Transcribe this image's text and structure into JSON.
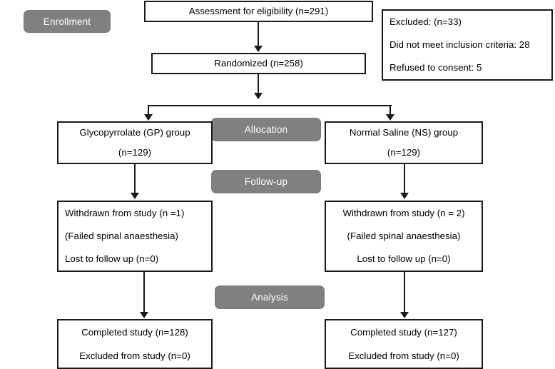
{
  "diagram": {
    "title": "CONSORT participant flow diagram",
    "colors": {
      "banner_fill": "#808080",
      "banner_text": "#ffffff",
      "box_border": "#1a1a1a",
      "box_fill": "#ffffff",
      "connector": "#1a1a1a"
    }
  },
  "stages": {
    "enrollment": "Enrollment",
    "allocation": "Allocation",
    "followup": "Follow-up",
    "analysis": "Analysis"
  },
  "nodes": {
    "assessment": {
      "line1": "Assessment for eligibility (n=291)"
    },
    "excluded": {
      "line1": "Excluded: (n=33)",
      "line2": "Did not meet inclusion criteria: 28",
      "line3": "Refused to consent: 5"
    },
    "randomized": {
      "line1": "Randomized (n=258)"
    },
    "group_left": {
      "line1": "Glycopyrrolate (GP) group",
      "line2": "(n=129)"
    },
    "group_right": {
      "line1": "Normal Saline (NS) group",
      "line2": "(n=129)"
    },
    "followup_left": {
      "line1": "Withdrawn from study (n =1)",
      "line2": "(Failed spinal anaesthesia)",
      "line3": "Lost to follow up (n=0)"
    },
    "followup_right": {
      "line1": "Withdrawn from study (n = 2)",
      "line2": "(Failed spinal anaesthesia)",
      "line3": "Lost to follow up (n=0)"
    },
    "analysis_left": {
      "line1": "Completed study (n=128)",
      "line2": "Excluded from study (n=0)"
    },
    "analysis_right": {
      "line1": "Completed study (n=127)",
      "line2": "Excluded from study (n=0)"
    }
  },
  "connectors": {
    "assessment_to_randomized": "arrow-down",
    "randomized_split": "tee-split-down",
    "group_left_to_followup_left": "arrow-down",
    "group_right_to_followup_right": "arrow-down",
    "followup_left_to_analysis_left": "arrow-down",
    "followup_right_to_analysis_right": "arrow-down"
  }
}
